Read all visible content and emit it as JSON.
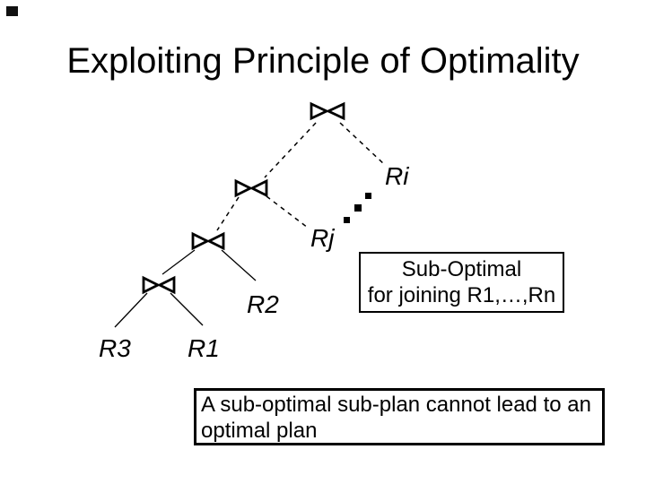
{
  "slide": {
    "title": "Exploiting Principle of Optimality",
    "background_color": "#ffffff",
    "text_color": "#000000"
  },
  "diagram": {
    "description": "left-deep join tree; dashed upper edges, solid lower edges",
    "icons": {
      "join_node": "bowtie-join-icon",
      "ellipsis": "diagonal-dots-ellipsis"
    },
    "labels": {
      "ri": "Ri",
      "rj": "Rj",
      "r2": "R2",
      "r3": "R3",
      "r1": "R1"
    }
  },
  "callouts": {
    "suboptimal_box": {
      "lines": [
        "Sub-Optimal",
        "for joining R1,…,Rn"
      ]
    },
    "bottom_box": {
      "lines": [
        "A sub-optimal sub-plan cannot lead to an",
        "optimal plan"
      ]
    }
  }
}
